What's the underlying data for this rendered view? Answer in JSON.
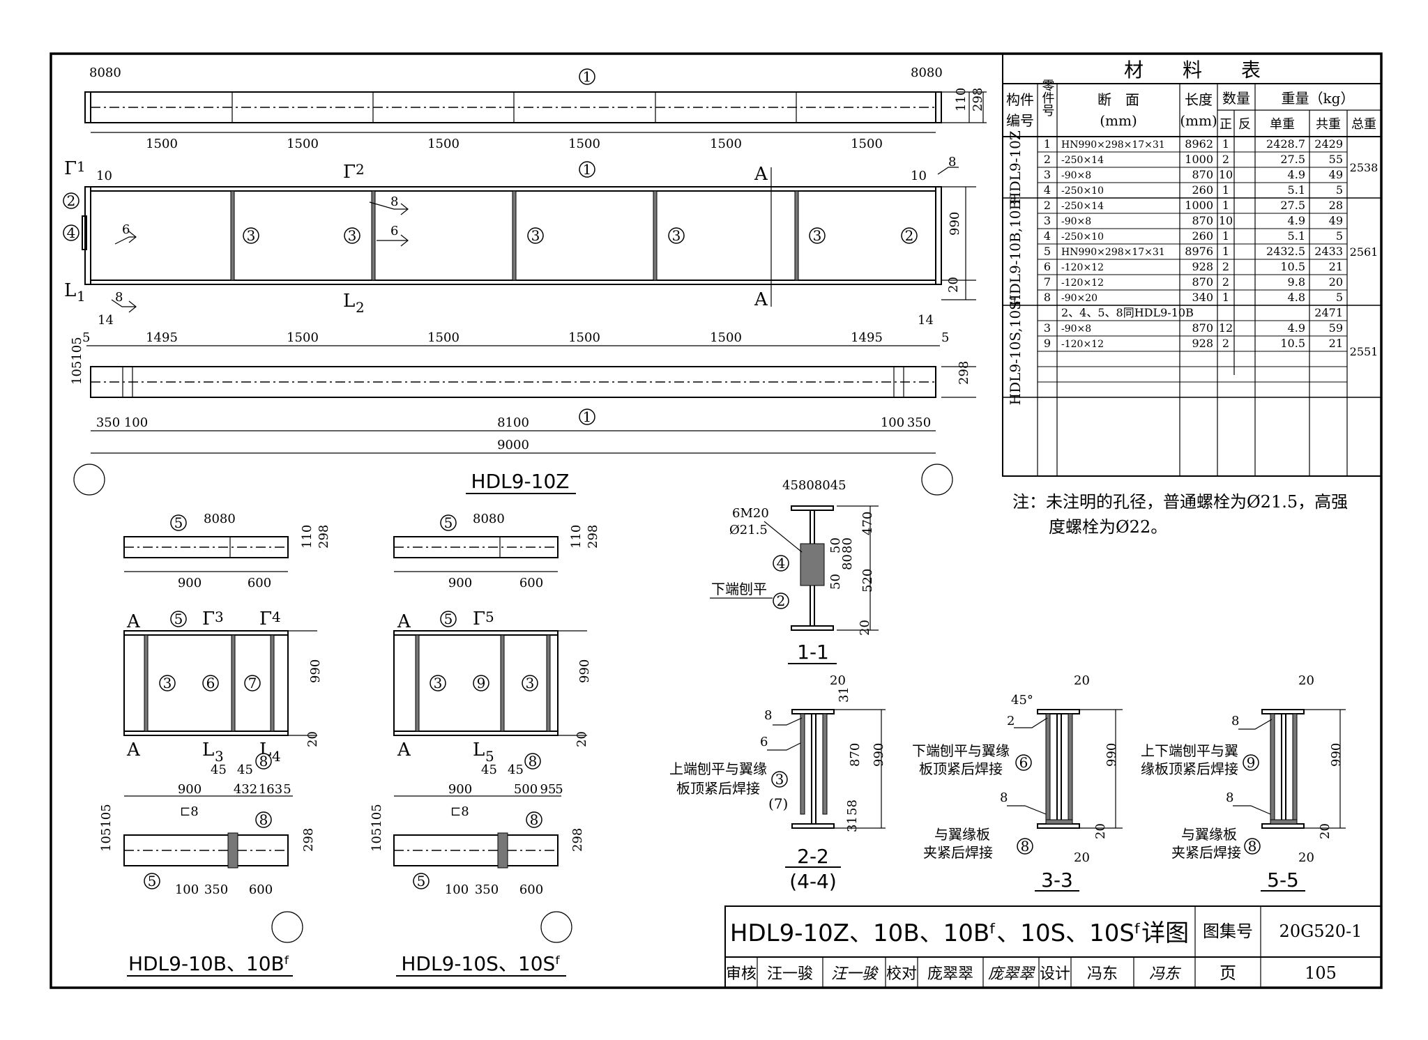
{
  "drawing_title": "HDL9-10Z、10B、10Bᶠ、10S、10Sᶠ详图",
  "atlas_label": "图集号",
  "atlas_no": "20G520-1",
  "page_label": "页",
  "page_no": "105",
  "signoff": {
    "review_label": "审核",
    "reviewer": "汪一骏",
    "reviewer_sig": "汪一骏",
    "check_label": "校对",
    "checker": "庞翠翠",
    "checker_sig": "庞翠翠",
    "design_label": "设计",
    "designer": "冯东",
    "designer_sig": "冯东"
  },
  "material_table": {
    "title": "材　　料　　表",
    "headers": {
      "member": "构件编号",
      "part": "零件号",
      "section": "断　面",
      "section_unit": "(mm)",
      "length": "长度",
      "length_unit": "(mm)",
      "qty": "数量",
      "qty_pos": "正",
      "qty_neg": "反",
      "weight": "重量（kg）",
      "unit_weight": "单重",
      "sum_weight": "共重",
      "total_weight": "总重"
    },
    "groups": [
      {
        "member": "HDL9-10Z",
        "total": "2538",
        "rows": [
          [
            "1",
            "HN990×298×17×31",
            "8962",
            "1",
            "",
            "2428.7",
            "2429"
          ],
          [
            "2",
            "-250×14",
            "1000",
            "2",
            "",
            "27.5",
            "55"
          ],
          [
            "3",
            "-90×8",
            "870",
            "10",
            "",
            "4.9",
            "49"
          ],
          [
            "4",
            "-250×10",
            "260",
            "1",
            "",
            "5.1",
            "5"
          ]
        ]
      },
      {
        "member": "HDL9-10B,10Bᶠ",
        "total": "2561",
        "rows": [
          [
            "2",
            "-250×14",
            "1000",
            "1",
            "",
            "27.5",
            "28"
          ],
          [
            "3",
            "-90×8",
            "870",
            "10",
            "",
            "4.9",
            "49"
          ],
          [
            "4",
            "-250×10",
            "260",
            "1",
            "",
            "5.1",
            "5"
          ],
          [
            "5",
            "HN990×298×17×31",
            "8976",
            "1",
            "",
            "2432.5",
            "2433"
          ],
          [
            "6",
            "-120×12",
            "928",
            "2",
            "",
            "10.5",
            "21"
          ],
          [
            "7",
            "-120×12",
            "870",
            "2",
            "",
            "9.8",
            "20"
          ],
          [
            "8",
            "-90×20",
            "340",
            "1",
            "",
            "4.8",
            "5"
          ]
        ]
      },
      {
        "member": "HDL9-10S,10Sᶠ",
        "total": "2551",
        "note": "2、4、5、8同HDL9-10B",
        "note_weight": "2471",
        "rows": [
          [
            "3",
            "-90×8",
            "870",
            "12",
            "",
            "4.9",
            "59"
          ],
          [
            "9",
            "-120×12",
            "928",
            "2",
            "",
            "10.5",
            "21"
          ]
        ]
      }
    ]
  },
  "note": {
    "line1": "注：未注明的孔径，普通螺栓为Ø21.5，高强",
    "line2": "度螺栓为Ø22。"
  },
  "views": {
    "main": {
      "title": "HDL9-10Z",
      "top_dims": [
        "1500",
        "1500",
        "1500",
        "1500",
        "1500",
        "1500"
      ],
      "elev_dims": [
        "1495",
        "1500",
        "1500",
        "1500",
        "1500",
        "1495"
      ],
      "bottom_dims": [
        "350",
        "100",
        "8100",
        "100",
        "350"
      ],
      "overall": "9000",
      "end_pitch_left": "8080",
      "end_pitch_right": "8080",
      "h110": "110",
      "h298": "298",
      "h990": "990",
      "h20": "20",
      "e5": "5",
      "e10": "10",
      "e14": "14",
      "e105": "105105",
      "weld6": "6",
      "weld8": "8",
      "cut1": "1",
      "cut2": "2",
      "cutA": "A"
    },
    "b": {
      "title": "HDL9-10B、10Bᶠ",
      "pitch": "8080",
      "d900": "900",
      "d600": "600",
      "d45a": "45",
      "d45b": "45",
      "d432": "432",
      "d163": "163",
      "d5": "5",
      "d100": "100",
      "d350": "350",
      "d600b": "600",
      "h110": "110",
      "h298": "298",
      "h990": "990",
      "h20": "20",
      "e105": "105105",
      "weld8": "8",
      "cut3": "3",
      "cut4": "4",
      "cutA": "A"
    },
    "s": {
      "title": "HDL9-10S、10Sᶠ",
      "pitch": "8080",
      "d900": "900",
      "d600": "600",
      "d45a": "45",
      "d45b": "45",
      "d500": "500",
      "d95": "95",
      "d5": "5",
      "d100": "100",
      "d350": "350",
      "d600b": "600",
      "h110": "110",
      "h298": "298",
      "h990": "990",
      "h20": "20",
      "e105": "105105",
      "weld8": "8",
      "cut5": "5",
      "cutA": "A"
    },
    "sec11": {
      "title": "1-1",
      "top": "45808045",
      "bolts": "6M20",
      "hole": "Ø21.5",
      "d470": "470",
      "d80a": "80",
      "d80b": "80",
      "d50a": "50",
      "d50b": "50",
      "d520": "520",
      "d20": "20",
      "note": "下端刨平"
    },
    "sec22": {
      "title": "2-2",
      "subtitle": "(4-4)",
      "d20": "20",
      "d31a": "31",
      "d870": "870",
      "d990": "990",
      "d58": "58",
      "d31b": "31",
      "w8": "8",
      "w6": "6",
      "note1": "上端刨平与翼缘",
      "note2": "板顶紧后焊接"
    },
    "sec33": {
      "title": "3-3",
      "ang": "45°",
      "w2": "2",
      "w8": "8",
      "d20a": "20",
      "d990": "990",
      "d20b": "20",
      "d20c": "20",
      "note1": "下端刨平与翼缘",
      "note2": "板顶紧后焊接",
      "note3": "与翼缘板",
      "note4": "夹紧后焊接"
    },
    "sec55": {
      "title": "5-5",
      "w8a": "8",
      "w8b": "8",
      "d20a": "20",
      "d990": "990",
      "d20b": "20",
      "d20c": "20",
      "note1": "上下端刨平与翼",
      "note2": "缘板顶紧后焊接",
      "note3": "与翼缘板",
      "note4": "夹紧后焊接"
    }
  },
  "part_marks": {
    "p1": "1",
    "p2": "2",
    "p3": "3",
    "p4": "4",
    "p5": "5",
    "p6": "6",
    "p7": "7",
    "p8": "8",
    "p9": "9"
  }
}
